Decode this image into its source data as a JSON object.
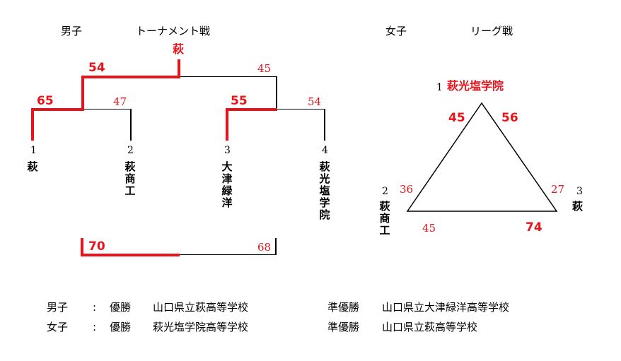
{
  "headers": {
    "men": "男子",
    "men_format": "トーナメント戦",
    "women": "女子",
    "women_format": "リーグ戦"
  },
  "tournament": {
    "champion": "萩",
    "seeds": [
      {
        "num": "1",
        "name": "萩"
      },
      {
        "num": "2",
        "name": "萩商工"
      },
      {
        "num": "3",
        "name": "大津緑洋"
      },
      {
        "num": "4",
        "name": "萩光塩学院"
      }
    ],
    "scores": {
      "r1_left_win": "65",
      "r1_left_lose": "47",
      "r1_right_win": "55",
      "r1_right_lose": "54",
      "final_win": "54",
      "final_lose": "45",
      "third_win": "70",
      "third_lose": "68"
    }
  },
  "league": {
    "teams": [
      {
        "num": "1",
        "name": "萩光塩学院"
      },
      {
        "num": "2",
        "name": "萩商工"
      },
      {
        "num": "3",
        "name": "萩"
      }
    ],
    "scores": {
      "t1_vs_t2": "45",
      "t1_vs_t3": "56",
      "t2_vs_t1": "36",
      "t2_vs_t3": "45",
      "t3_vs_t1": "27",
      "t3_vs_t2": "74"
    }
  },
  "summary": [
    {
      "division": "男子",
      "sep": ":",
      "win_label": "優勝",
      "winner": "山口県立萩高等学校",
      "runner_label": "準優勝",
      "runner": "山口県立大津緑洋高等学校"
    },
    {
      "division": "女子",
      "sep": ":",
      "win_label": "優勝",
      "winner": "萩光塩学院高等学校",
      "runner_label": "準優勝",
      "runner": "山口県立萩高等学校"
    }
  ],
  "colors": {
    "win_line": "#e8141b",
    "lose_line": "#000000",
    "score_red": "#e8141b"
  }
}
